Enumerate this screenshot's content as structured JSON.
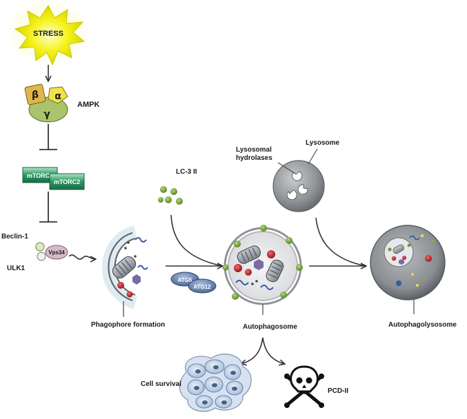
{
  "labels": {
    "stress": "STRESS",
    "ampk": "AMPK",
    "beta": "β",
    "alpha": "α",
    "gamma": "γ",
    "mtorc1": "mTORC1",
    "mtorc2": "mTORC2",
    "beclin1": "Beclin-1",
    "vps34": "Vps34",
    "ulk1": "ULK1",
    "lc3": "LC-3 II",
    "atg5": "ATG5",
    "atg12": "ATG12",
    "lysosomal_hydrolases_line1": "Lysosomal",
    "lysosomal_hydrolases_line2": "hydrolases",
    "lysosome": "Lysosome",
    "phagophore": "Phagophore formation",
    "autophagosome": "Autophagosome",
    "autophagolysosome": "Autophagolysosome",
    "cell_survival": "Cell survival",
    "pcd2": "PCD-II"
  },
  "colors": {
    "stress_fill": "#f4f218",
    "stress_glow": "#fbfbb0",
    "ampk_beta": "#e0b54a",
    "ampk_alpha": "#f0e24a",
    "ampk_gamma": "#a9c46a",
    "mtorc": "#2e9e6a",
    "vps34": "#d8b9c8",
    "atg": "#6f88b4",
    "lc3": "#7aa63a",
    "mito": "#9aa0a8",
    "red_organelle": "#c0262e",
    "purple_organelle": "#7a6aa8",
    "dna_blue": "#2f5aa8",
    "lysosome": "#8a8d91",
    "cells": "#c3d4ea"
  }
}
